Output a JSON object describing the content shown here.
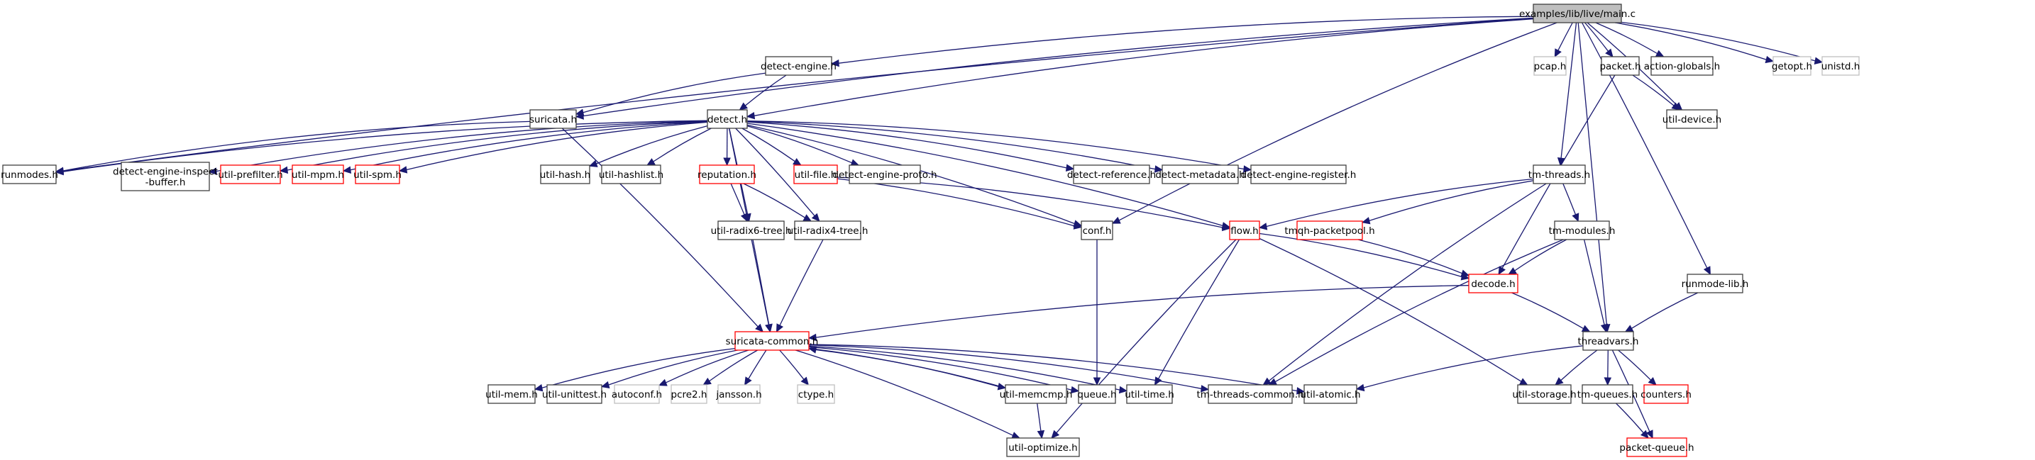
{
  "title": "examples/lib/live/main.c include dependency graph",
  "legend_colors": {
    "root_fill": "#bfbfbf",
    "root_border": "#404040",
    "documented_border": "#000000",
    "truncated_border": "#ff0000",
    "external_border": "#bfbfbf",
    "edge": "#191970"
  },
  "nodes": [
    {
      "id": "main",
      "label": "examples/lib/live/main.c",
      "kind": "root"
    },
    {
      "id": "detect_engine",
      "label": "detect-engine.h",
      "kind": "normal"
    },
    {
      "id": "suricata",
      "label": "suricata.h",
      "kind": "normal"
    },
    {
      "id": "detect",
      "label": "detect.h",
      "kind": "normal"
    },
    {
      "id": "runmodes",
      "label": "runmodes.h",
      "kind": "normal"
    },
    {
      "id": "deib",
      "label": "detect-engine-inspect\n-buffer.h",
      "kind": "normal"
    },
    {
      "id": "util_prefilter",
      "label": "util-prefilter.h",
      "kind": "truncated"
    },
    {
      "id": "util_mpm",
      "label": "util-mpm.h",
      "kind": "truncated"
    },
    {
      "id": "util_spm",
      "label": "util-spm.h",
      "kind": "truncated"
    },
    {
      "id": "util_hash",
      "label": "util-hash.h",
      "kind": "normal"
    },
    {
      "id": "util_hashlist",
      "label": "util-hashlist.h",
      "kind": "normal"
    },
    {
      "id": "reputation",
      "label": "reputation.h",
      "kind": "truncated"
    },
    {
      "id": "util_file",
      "label": "util-file.h",
      "kind": "truncated"
    },
    {
      "id": "dep",
      "label": "detect-engine-proto.h",
      "kind": "normal"
    },
    {
      "id": "dref",
      "label": "detect-reference.h",
      "kind": "normal"
    },
    {
      "id": "dmeta",
      "label": "detect-metadata.h",
      "kind": "normal"
    },
    {
      "id": "dreg",
      "label": "detect-engine-register.h",
      "kind": "normal"
    },
    {
      "id": "radix6",
      "label": "util-radix6-tree.h",
      "kind": "normal"
    },
    {
      "id": "radix4",
      "label": "util-radix4-tree.h",
      "kind": "normal"
    },
    {
      "id": "conf",
      "label": "conf.h",
      "kind": "normal"
    },
    {
      "id": "flow",
      "label": "flow.h",
      "kind": "truncated"
    },
    {
      "id": "pcap",
      "label": "pcap.h",
      "kind": "external"
    },
    {
      "id": "packet",
      "label": "packet.h",
      "kind": "normal"
    },
    {
      "id": "action_globals",
      "label": "action-globals.h",
      "kind": "normal"
    },
    {
      "id": "getopt",
      "label": "getopt.h",
      "kind": "external"
    },
    {
      "id": "unistd",
      "label": "unistd.h",
      "kind": "external"
    },
    {
      "id": "util_device",
      "label": "util-device.h",
      "kind": "normal"
    },
    {
      "id": "tm_threads",
      "label": "tm-threads.h",
      "kind": "normal"
    },
    {
      "id": "tmqh",
      "label": "tmqh-packetpool.h",
      "kind": "truncated"
    },
    {
      "id": "tm_modules",
      "label": "tm-modules.h",
      "kind": "normal"
    },
    {
      "id": "decode",
      "label": "decode.h",
      "kind": "truncated"
    },
    {
      "id": "runmode_lib",
      "label": "runmode-lib.h",
      "kind": "normal"
    },
    {
      "id": "suricata_common",
      "label": "suricata-common.h",
      "kind": "truncated"
    },
    {
      "id": "threadvars",
      "label": "threadvars.h",
      "kind": "normal"
    },
    {
      "id": "util_mem",
      "label": "util-mem.h",
      "kind": "normal"
    },
    {
      "id": "util_unittest",
      "label": "util-unittest.h",
      "kind": "normal"
    },
    {
      "id": "autoconf",
      "label": "autoconf.h",
      "kind": "external"
    },
    {
      "id": "pcre2",
      "label": "pcre2.h",
      "kind": "external"
    },
    {
      "id": "jansson",
      "label": "jansson.h",
      "kind": "external"
    },
    {
      "id": "ctype",
      "label": "ctype.h",
      "kind": "external"
    },
    {
      "id": "util_memcmp",
      "label": "util-memcmp.h",
      "kind": "normal"
    },
    {
      "id": "queue",
      "label": "queue.h",
      "kind": "normal"
    },
    {
      "id": "util_time",
      "label": "util-time.h",
      "kind": "normal"
    },
    {
      "id": "tm_threads_common",
      "label": "tm-threads-common.h",
      "kind": "normal"
    },
    {
      "id": "util_atomic",
      "label": "util-atomic.h",
      "kind": "normal"
    },
    {
      "id": "util_storage",
      "label": "util-storage.h",
      "kind": "normal"
    },
    {
      "id": "tm_queues",
      "label": "tm-queues.h",
      "kind": "normal"
    },
    {
      "id": "counters",
      "label": "counters.h",
      "kind": "truncated"
    },
    {
      "id": "util_optimize",
      "label": "util-optimize.h",
      "kind": "normal"
    },
    {
      "id": "packet_queue",
      "label": "packet-queue.h",
      "kind": "truncated"
    }
  ],
  "edges": [
    [
      "main",
      "detect_engine"
    ],
    [
      "main",
      "suricata"
    ],
    [
      "main",
      "detect"
    ],
    [
      "main",
      "runmodes"
    ],
    [
      "main",
      "pcap"
    ],
    [
      "main",
      "packet"
    ],
    [
      "main",
      "action_globals"
    ],
    [
      "main",
      "getopt"
    ],
    [
      "main",
      "unistd"
    ],
    [
      "main",
      "util_device"
    ],
    [
      "main",
      "tm_threads"
    ],
    [
      "main",
      "threadvars"
    ],
    [
      "main",
      "runmode_lib"
    ],
    [
      "main",
      "conf"
    ],
    [
      "detect_engine",
      "suricata"
    ],
    [
      "detect_engine",
      "detect"
    ],
    [
      "suricata",
      "runmodes"
    ],
    [
      "suricata",
      "suricata_common"
    ],
    [
      "detect",
      "runmodes"
    ],
    [
      "detect",
      "deib"
    ],
    [
      "detect",
      "util_prefilter"
    ],
    [
      "detect",
      "util_mpm"
    ],
    [
      "detect",
      "util_spm"
    ],
    [
      "detect",
      "util_hash"
    ],
    [
      "detect",
      "util_hashlist"
    ],
    [
      "detect",
      "reputation"
    ],
    [
      "detect",
      "util_file"
    ],
    [
      "detect",
      "dep"
    ],
    [
      "detect",
      "dref"
    ],
    [
      "detect",
      "dmeta"
    ],
    [
      "detect",
      "dreg"
    ],
    [
      "detect",
      "radix6"
    ],
    [
      "detect",
      "radix4"
    ],
    [
      "detect",
      "flow"
    ],
    [
      "detect",
      "conf"
    ],
    [
      "detect",
      "suricata_common"
    ],
    [
      "reputation",
      "radix6"
    ],
    [
      "reputation",
      "radix4"
    ],
    [
      "util_file",
      "conf"
    ],
    [
      "util_file",
      "flow"
    ],
    [
      "radix6",
      "suricata_common"
    ],
    [
      "radix4",
      "suricata_common"
    ],
    [
      "conf",
      "queue"
    ],
    [
      "flow",
      "decode"
    ],
    [
      "flow",
      "util_time"
    ],
    [
      "flow",
      "util_optimize"
    ],
    [
      "flow",
      "util_storage"
    ],
    [
      "packet",
      "util_device"
    ],
    [
      "packet",
      "decode"
    ],
    [
      "tm_threads",
      "flow"
    ],
    [
      "tm_threads",
      "tmqh"
    ],
    [
      "tm_threads",
      "tm_modules"
    ],
    [
      "tm_threads",
      "tm_threads_common"
    ],
    [
      "tmqh",
      "decode"
    ],
    [
      "tm_modules",
      "decode"
    ],
    [
      "tm_modules",
      "threadvars"
    ],
    [
      "tm_modules",
      "tm_threads_common"
    ],
    [
      "decode",
      "suricata_common"
    ],
    [
      "decode",
      "threadvars"
    ],
    [
      "runmode_lib",
      "threadvars"
    ],
    [
      "suricata_common",
      "util_mem"
    ],
    [
      "suricata_common",
      "util_unittest"
    ],
    [
      "suricata_common",
      "autoconf"
    ],
    [
      "suricata_common",
      "pcre2"
    ],
    [
      "suricata_common",
      "jansson"
    ],
    [
      "suricata_common",
      "ctype"
    ],
    [
      "suricata_common",
      "util_memcmp"
    ],
    [
      "suricata_common",
      "queue"
    ],
    [
      "suricata_common",
      "util_time"
    ],
    [
      "suricata_common",
      "tm_threads_common"
    ],
    [
      "suricata_common",
      "util_atomic"
    ],
    [
      "suricata_common",
      "util_optimize"
    ],
    [
      "util_memcmp",
      "suricata_common"
    ],
    [
      "util_memcmp",
      "util_optimize"
    ],
    [
      "threadvars",
      "util_atomic"
    ],
    [
      "threadvars",
      "util_storage"
    ],
    [
      "threadvars",
      "tm_queues"
    ],
    [
      "threadvars",
      "counters"
    ],
    [
      "threadvars",
      "packet_queue"
    ],
    [
      "tm_queues",
      "packet_queue"
    ]
  ]
}
